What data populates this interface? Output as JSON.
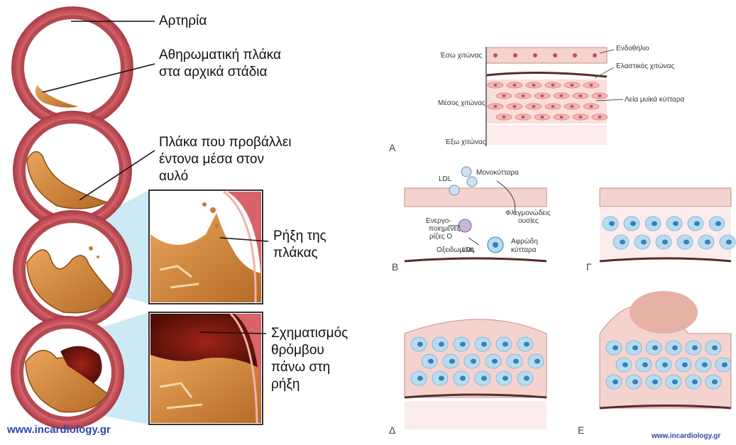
{
  "left": {
    "labels": {
      "artery": "Αρτηρία",
      "early_plaque_1": "Αθηρωματική πλάκα",
      "early_plaque_2": "στα αρχικά στάδια",
      "protruding_1": "Πλάκα που προβάλλει",
      "protruding_2": "έντονα μέσα στον",
      "protruding_3": "αυλό",
      "rupture_1": "Ρήξη της",
      "rupture_2": "πλάκας",
      "thrombus_1": "Σχηματισμός",
      "thrombus_2": "θρόμβου",
      "thrombus_3": "πάνω στη",
      "thrombus_4": "ρήξη"
    },
    "credit": "www.incardiology.gr"
  },
  "right": {
    "panel_a": {
      "letter": "A",
      "endothelium": "Ενδοθήλιο",
      "elastic": "Ελαστικός χιτώνας",
      "smooth_muscle": "Λεία μυϊκά κύτταρα",
      "intima": "Έσω χιτώνας",
      "media": "Μέσος χιτώνας",
      "adventitia": "Έξω χιτώνας"
    },
    "panel_b": {
      "letter": "Β",
      "ldl": "LDL",
      "monocytes": "Μονοκύτταρα",
      "inflammatory_1": "Φλεγμονώδεις",
      "inflammatory_2": "ουσίες",
      "reactive_1": "Ενεργο-",
      "reactive_2": "ποιημένες",
      "reactive_3": "ρίζες Ο",
      "oxidized": "Οξειδωμένη",
      "ldl2": "LDL",
      "foam_1": "Αφρώδη",
      "foam_2": "κύτταρα"
    },
    "panel_letters": {
      "g": "Γ",
      "d": "Δ",
      "e": "Ε"
    },
    "credit": "www.incardiology.gr"
  },
  "colors": {
    "wall": "#d9636a",
    "wall_dark": "#a63a45",
    "lumen": "#ffffff",
    "plaque": "#d28a3c",
    "plaque_dark": "#9c5a1f",
    "cell": "#f0b8b4",
    "nucleus": "#c0505a",
    "foam": "#b8dcef",
    "foam_nucleus": "#3a7fb8",
    "thrombus": "#7a1a12",
    "inset_border": "#333333",
    "credit": "#2c47a8"
  }
}
